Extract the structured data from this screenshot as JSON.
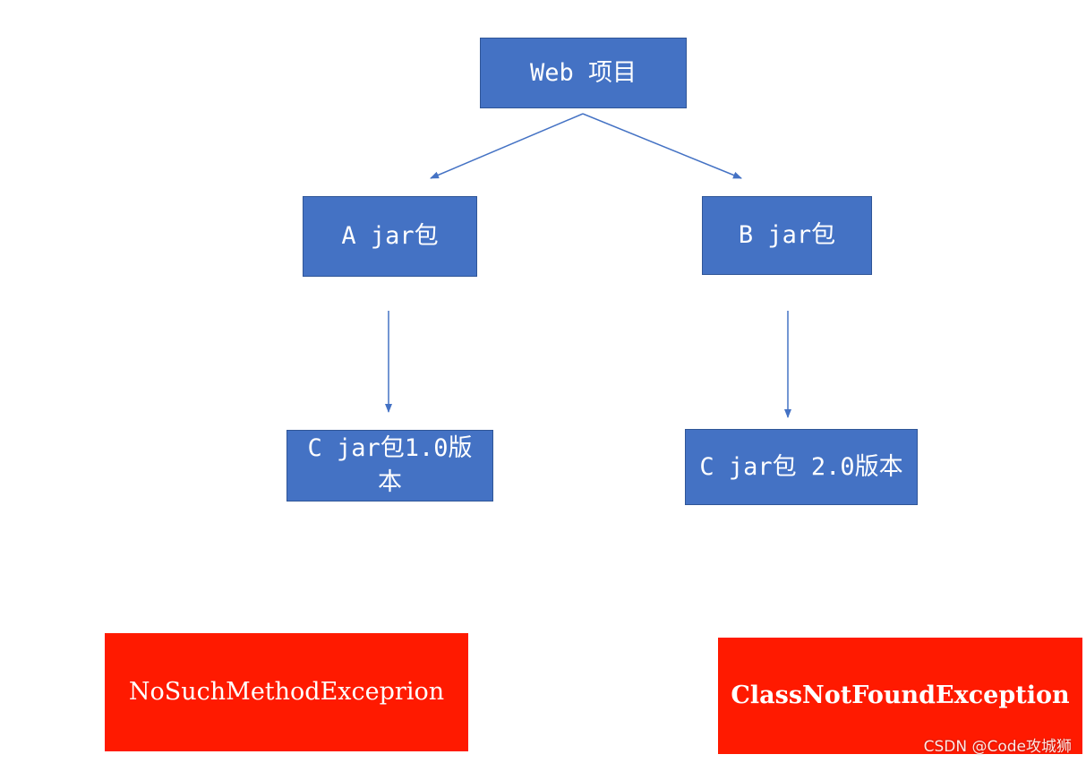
{
  "colors": {
    "node_fill": "#4472c4",
    "node_border": "#2f5597",
    "error_fill": "#ff1a00",
    "edge": "#4472c4",
    "text": "#ffffff"
  },
  "nodes": {
    "web": "Web 项目",
    "a_jar": "A jar包",
    "b_jar": "B jar包",
    "c_jar_1": "C jar包1.0版本",
    "c_jar_2": "C jar包 2.0版本"
  },
  "errors": {
    "left": "NoSuchMethodExceprion",
    "right": "ClassNotFoundException"
  },
  "edges": [
    {
      "from": "web",
      "to": "a_jar"
    },
    {
      "from": "web",
      "to": "b_jar"
    },
    {
      "from": "a_jar",
      "to": "c_jar_1"
    },
    {
      "from": "b_jar",
      "to": "c_jar_2"
    }
  ],
  "watermark": "CSDN @Code攻城狮"
}
